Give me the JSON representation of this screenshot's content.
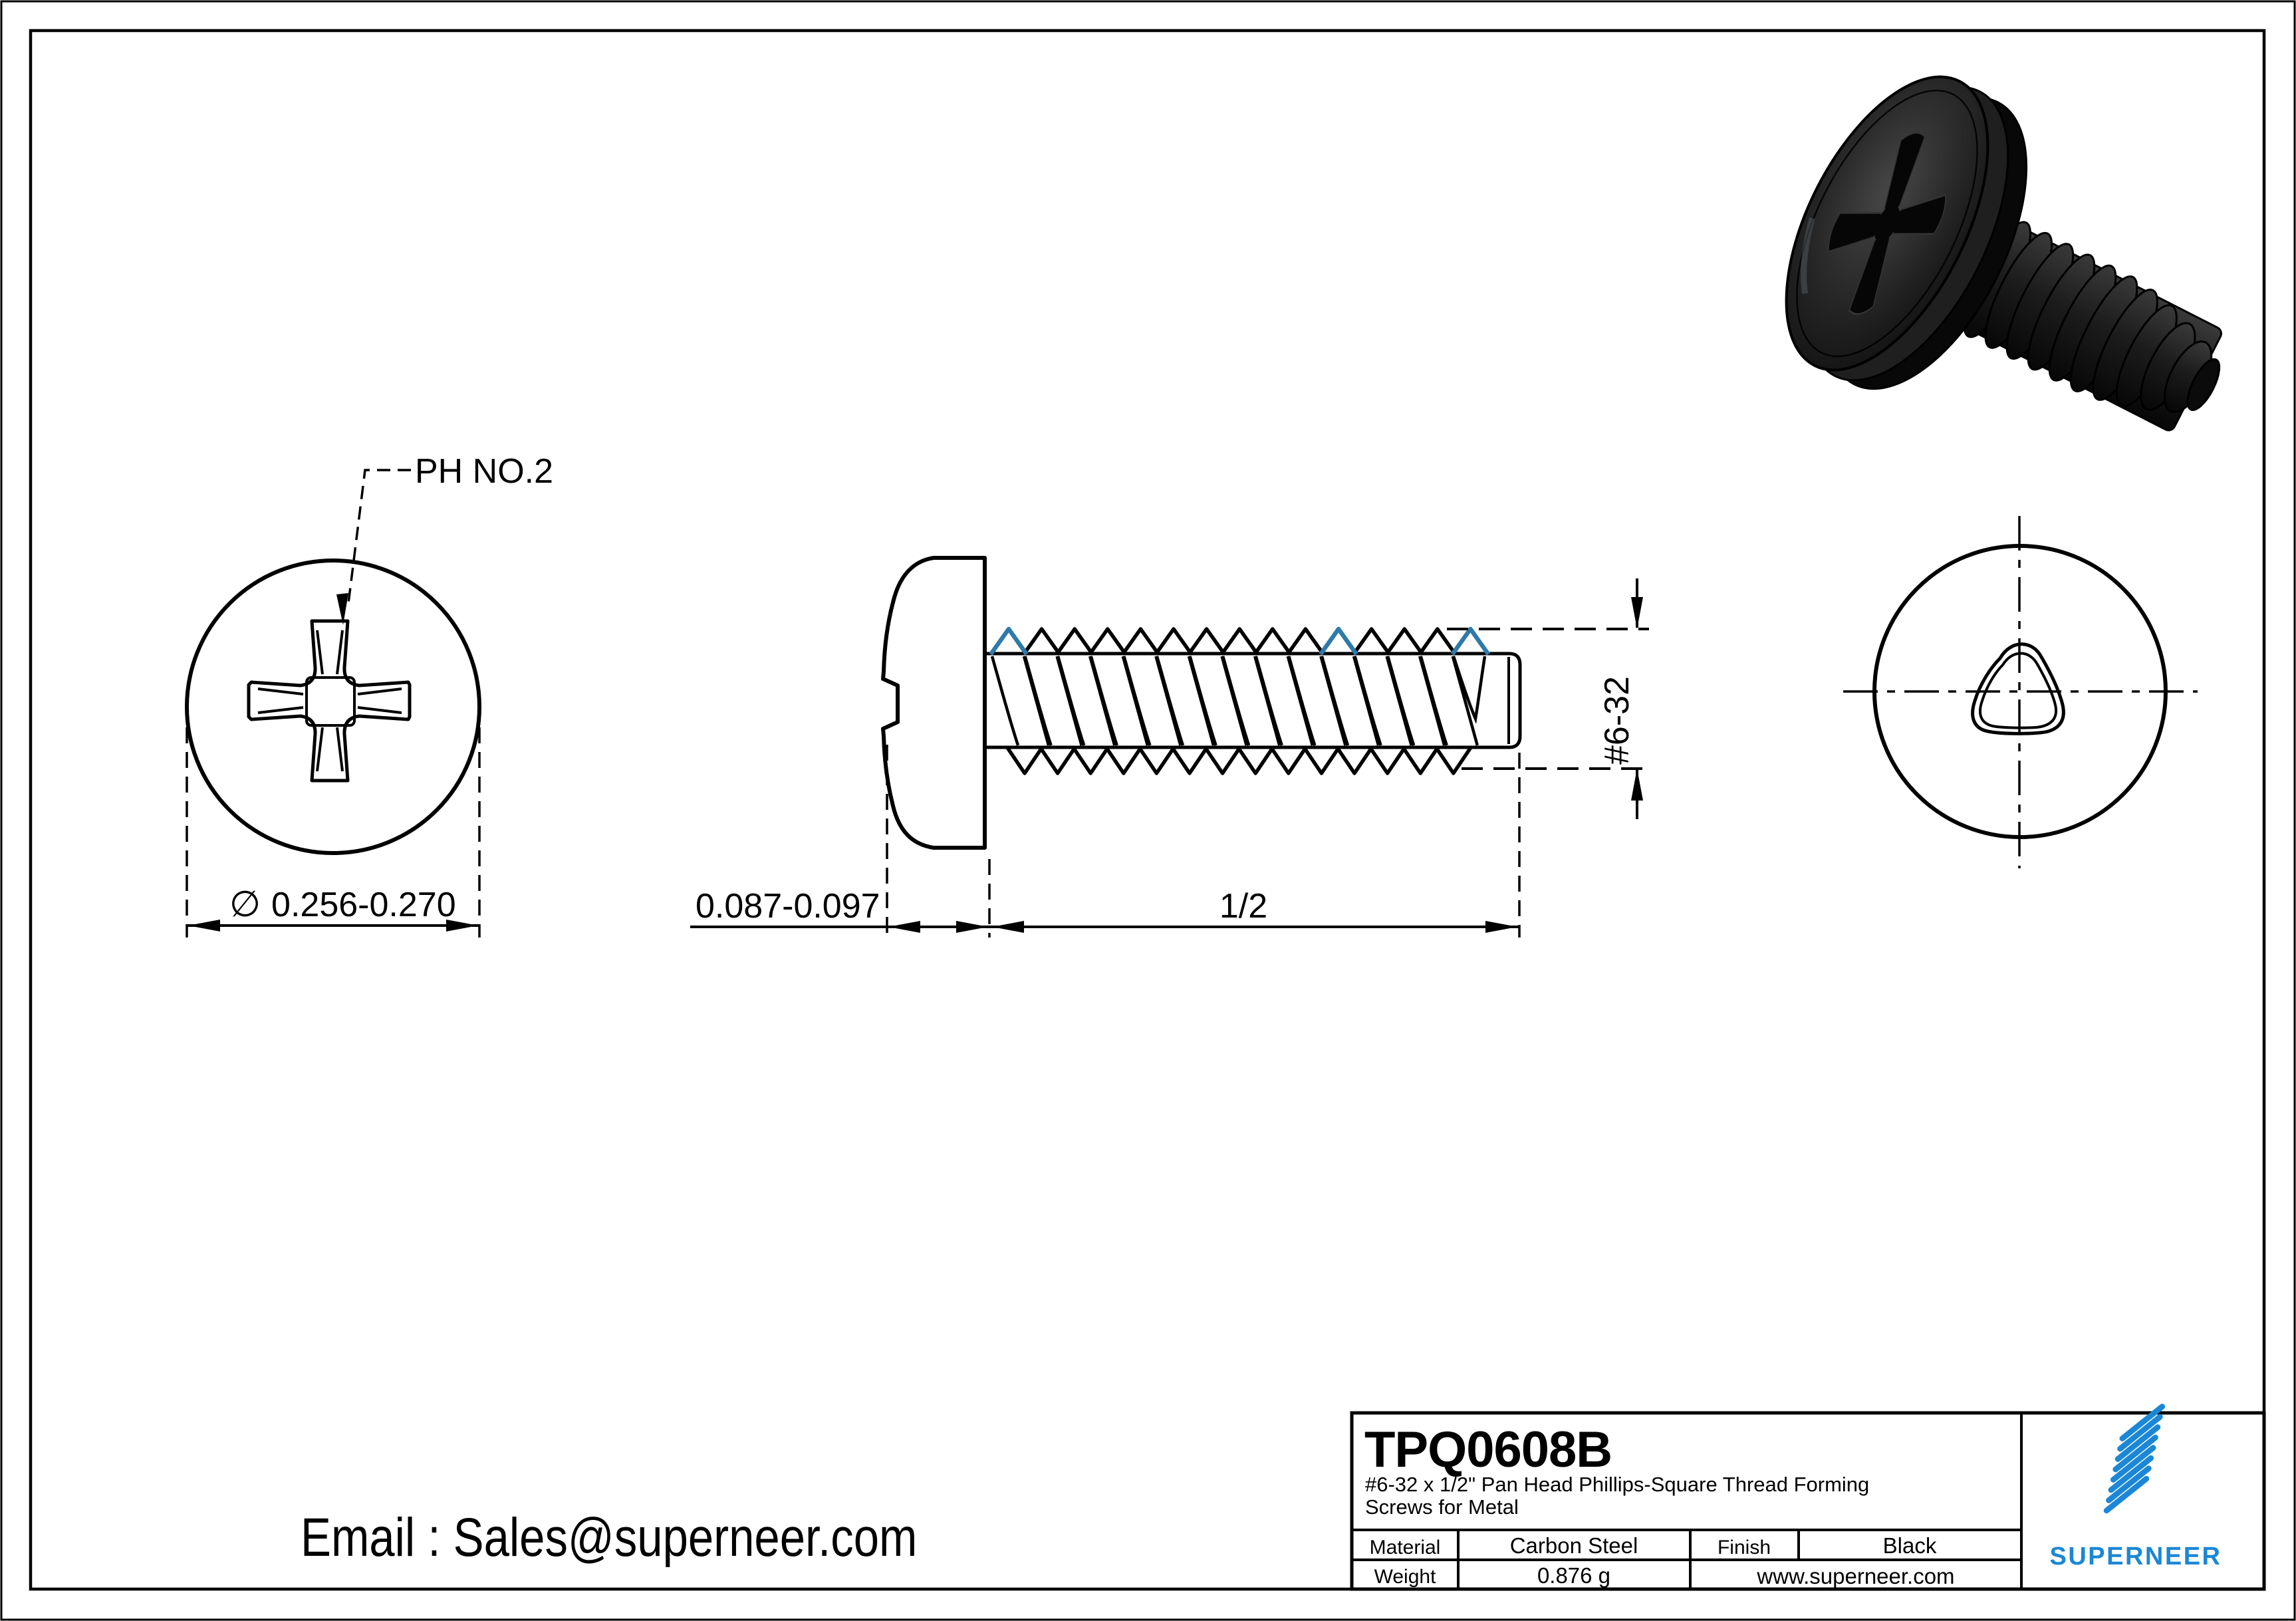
{
  "colors": {
    "line": "#000000",
    "thread_highlight_blue": "#2E7AA8",
    "brand_blue": "#1B87D6",
    "render_black": "#1a1a1a",
    "background": "#ffffff"
  },
  "dims": {
    "drive_label": "PH NO.2",
    "diameter_symbol": "∅",
    "head_diameter": "0.256-0.270",
    "head_height": "0.087-0.097",
    "length": "1/2",
    "thread_size": "#6-32"
  },
  "title_block": {
    "part_number": "TPQ0608B",
    "description_line1": "#6-32 x 1/2\" Pan Head Phillips-Square Thread Forming",
    "description_line2": "Screws for Metal",
    "material_label": "Material",
    "material_value": "Carbon Steel",
    "finish_label": "Finish",
    "finish_value": "Black",
    "weight_label": "Weight",
    "weight_value": "0.876 g",
    "website": "www.superneer.com",
    "brand": "SUPERNEER"
  },
  "footer": {
    "email": "Email : Sales@superneer.com"
  }
}
